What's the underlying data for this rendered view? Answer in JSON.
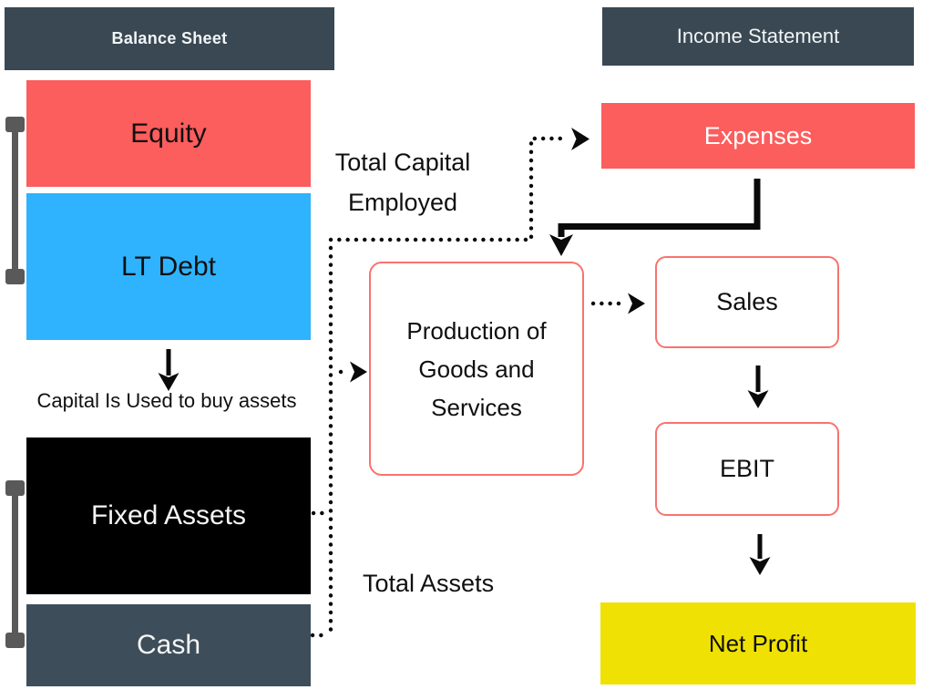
{
  "balance_sheet": {
    "header": "Balance Sheet",
    "equity": "Equity",
    "lt_debt": "LT Debt",
    "fixed_assets": "Fixed Assets",
    "cash": "Cash"
  },
  "income_statement": {
    "header": "Income Statement",
    "expenses": "Expenses",
    "sales": "Sales",
    "ebit": "EBIT",
    "net_profit": "Net Profit"
  },
  "production": {
    "label": "Production of Goods and Services"
  },
  "labels": {
    "total_capital_line1": "Total Capital",
    "total_capital_line2": "Employed",
    "capital_used": "Capital Is Used to buy assets",
    "total_assets": "Total Assets"
  },
  "colors": {
    "header_slate": "#394853",
    "cash_slate": "#3e4d5a",
    "red": "#fc5d5d",
    "blue": "#2fb3fe",
    "black": "#000000",
    "yellow": "#efe103",
    "outline_salmon": "#f8736e",
    "bracket_gray": "#595959",
    "connector_black": "#0a0a0a"
  }
}
